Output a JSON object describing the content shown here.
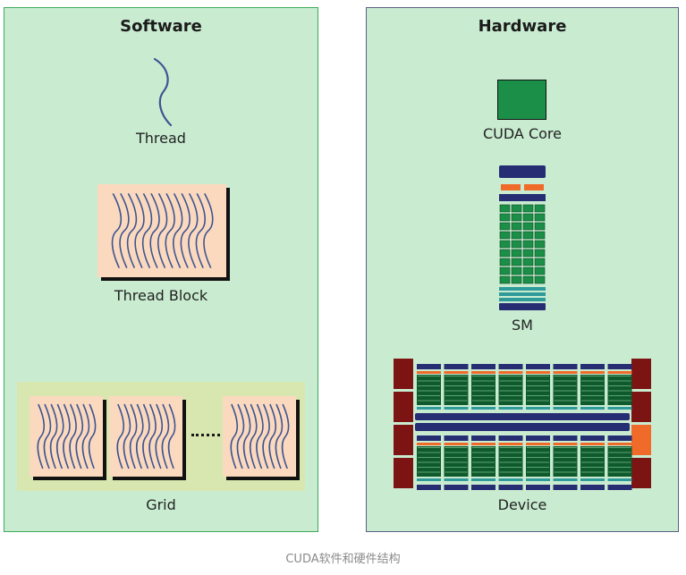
{
  "software": {
    "title": "Software",
    "thread_label": "Thread",
    "block_label": "Thread Block",
    "grid_label": "Grid"
  },
  "hardware": {
    "title": "Hardware",
    "core_label": "CUDA Core",
    "sm_label": "SM",
    "device_label": "Device"
  },
  "caption": "CUDA软件和硬件结构",
  "colors": {
    "panel_bg": "#c9ecd1",
    "software_border": "#3cab5a",
    "hardware_border": "#5a5f86",
    "block_fill": "#fbd9bf",
    "grid_bg": "#d8e6b0",
    "thread_stroke": "#3d5591",
    "core_green": "#1b8e47",
    "navy": "#262d73",
    "orange": "#f06a2a",
    "teal": "#2f9a9a",
    "maroon": "#7c1414"
  }
}
